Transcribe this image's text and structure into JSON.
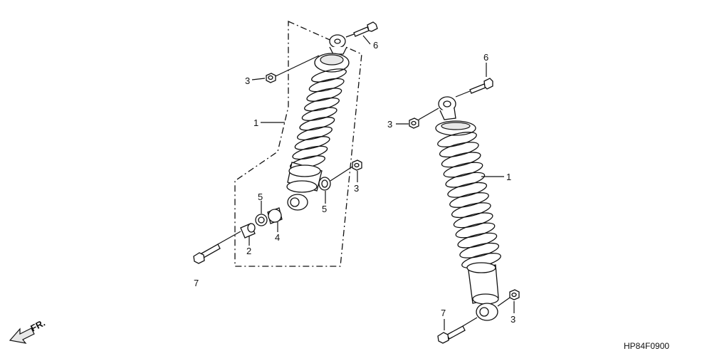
{
  "callouts": {
    "left_shock": "1",
    "left_top_bolt": "6",
    "left_top_nut": "3",
    "collar": "2",
    "bushing": "4",
    "seal_left": "5",
    "seal_right": "5",
    "left_bottom_nut": "3",
    "left_bolt": "7",
    "right_top_bolt": "6",
    "right_top_nut": "3",
    "right_shock": "1",
    "right_bottom_nut": "3",
    "right_bolt": "7"
  },
  "direction_marker": "FR.",
  "diagram_code": "HP84F0900"
}
